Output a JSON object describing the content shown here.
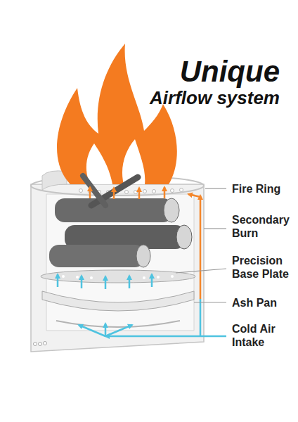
{
  "diagram": {
    "title": "Unique Airflow system",
    "labels": [
      "Fire Ring",
      "Secondary Burn",
      "Precision Base Plate",
      "Ash Pan",
      "Cold Air Intake"
    ]
  }
}
